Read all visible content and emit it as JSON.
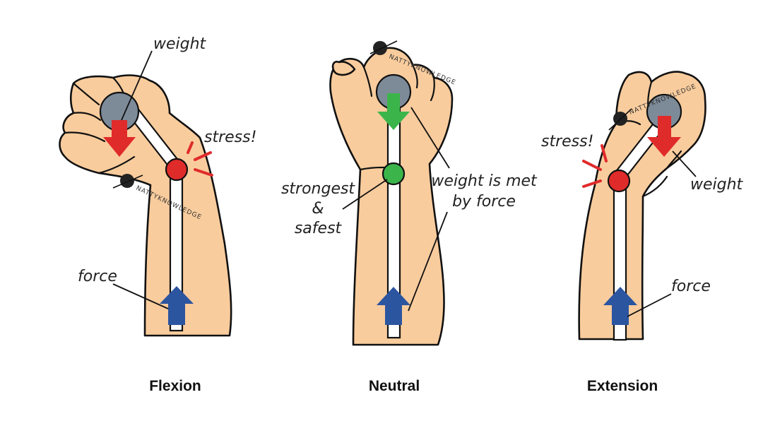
{
  "panels": [
    {
      "caption": "Flexion",
      "labels": {
        "weight": "weight",
        "stress": "stress!",
        "force": "force"
      },
      "watermark": "NATTYKNOWLEDGE"
    },
    {
      "caption": "Neutral",
      "labels": {
        "strongest": "strongest",
        "amp": "&",
        "safest": "safest",
        "met1": "weight is met",
        "met2": "by force"
      },
      "watermark": "NATTYKNOWLEDGE"
    },
    {
      "caption": "Extension",
      "labels": {
        "stress": "stress!",
        "weight": "weight",
        "force": "force"
      },
      "watermark": "NATTYKNOWLEDGE"
    }
  ],
  "colors": {
    "skin": "#f9cc9d",
    "weight_ball": "#7d8b99",
    "stress_joint": "#e02b2b",
    "safe_joint": "#3bb54a",
    "force_arrow": "#2c55a0",
    "weight_arrow_stress": "#e02b2b",
    "weight_arrow_neutral": "#3bb54a"
  },
  "icons": [
    "weight-ball",
    "force-arrow",
    "weight-arrow",
    "wrist-joint",
    "stress-burst",
    "logo-seal"
  ]
}
